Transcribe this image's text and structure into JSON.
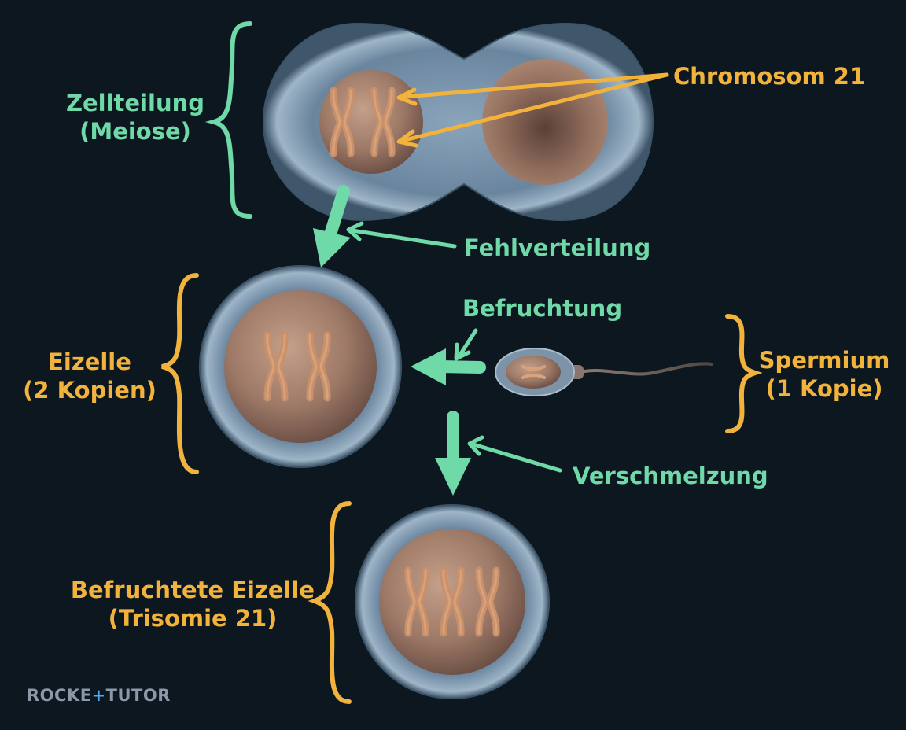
{
  "labels": {
    "chromosome": "Chromosom 21",
    "division_line1": "Zellteilung",
    "division_line2": "(Meiose)",
    "missegregation": "Fehlverteilung",
    "egg_line1": "Eizelle",
    "egg_line2": "(2 Kopien)",
    "fertilization": "Befruchtung",
    "sperm_line1": "Spermium",
    "sperm_line2": "(1 Kopie)",
    "fusion": "Verschmelzung",
    "zygote_line1": "Befruchtete Eizelle",
    "zygote_line2": "(Trisomie 21)"
  },
  "logo": {
    "part1": "ROCKE",
    "plus": "+",
    "part2": "TUTOR"
  },
  "colors": {
    "background": "#0d1720",
    "mint": "#6fd9a8",
    "gold": "#f2b33d",
    "membrane": "#5f7b95",
    "nucleus": "#9c7866",
    "chromosome": "#c9906a"
  }
}
